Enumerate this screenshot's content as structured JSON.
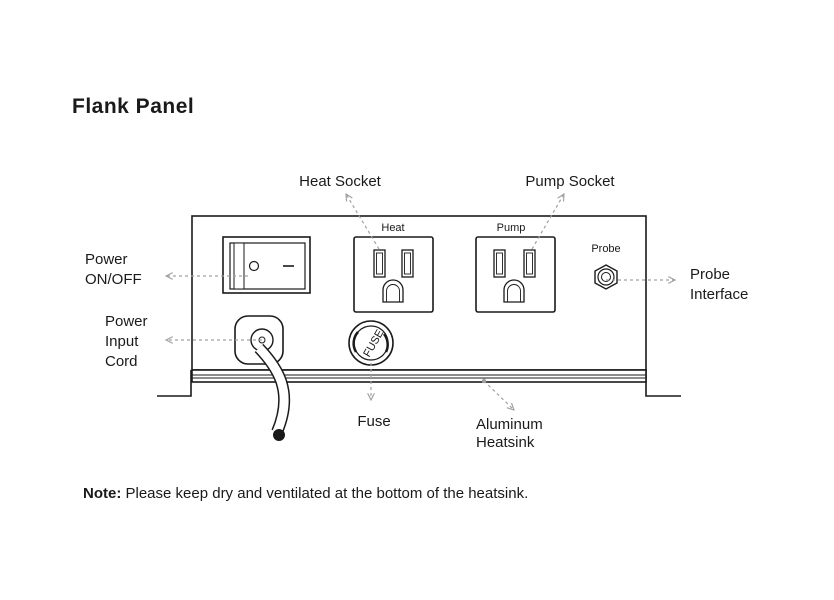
{
  "title": "Flank Panel",
  "panel_labels": {
    "heat": "Heat",
    "pump": "Pump",
    "probe": "Probe",
    "fuse": "FUSE"
  },
  "callouts": {
    "heat_socket": "Heat Socket",
    "pump_socket": "Pump Socket",
    "power_switch": [
      "Power",
      "ON/OFF"
    ],
    "power_cord": [
      "Power",
      "Input",
      "Cord"
    ],
    "probe_interface": [
      "Probe",
      "Interface"
    ],
    "fuse": "Fuse",
    "heatsink": [
      "Aluminum",
      "Heatsink"
    ]
  },
  "note": {
    "label": "Note:",
    "text": " Please keep dry and ventilated at the bottom of the heatsink."
  },
  "colors": {
    "line": "#1a1a1a",
    "leader": "#a0a0a0"
  }
}
